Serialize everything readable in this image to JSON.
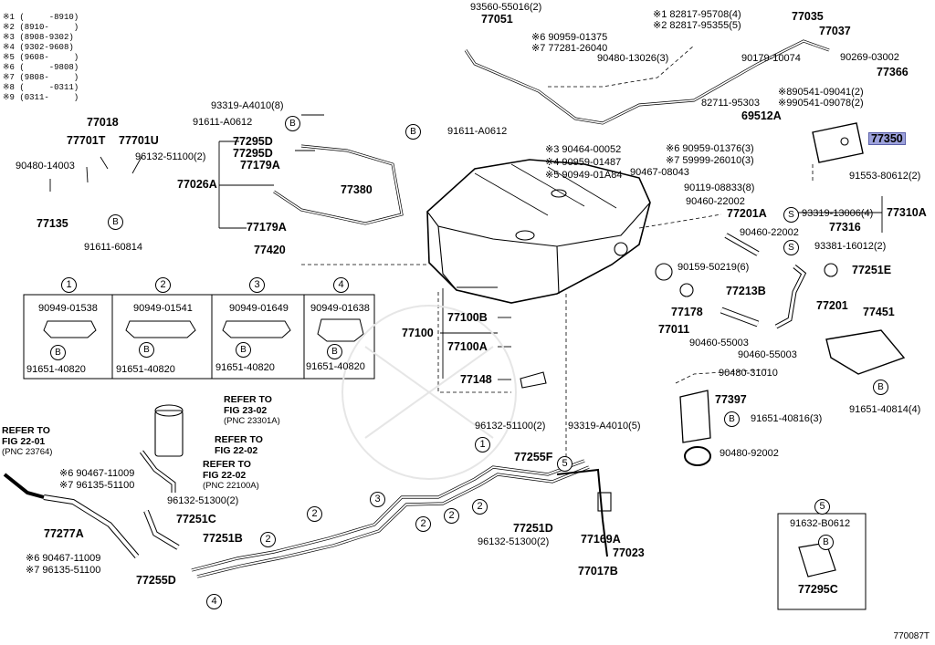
{
  "legend": [
    "※1 (     -8910)",
    "※2 (8910-     )",
    "※3 (8908-9302)",
    "※4 (9302-9608)",
    "※5 (9608-     )",
    "※6 (     -9808)",
    "※7 (9808-     )",
    "※8 (     -0311)",
    "※9 (0311-     )"
  ],
  "highlighted_part": "77350",
  "parts": {
    "p93560": "93560-55016(2)",
    "p77051": "77051",
    "p6_90959_01375": "※6 90959-01375",
    "p7_77281_26040": "※7 77281-26040",
    "p90480_13026": "90480-13026(3)",
    "p1_82817_95708": "※1 82817-95708(4)",
    "p2_82817_95355": "※2 82817-95355(5)",
    "p77035": "77035",
    "p77037": "77037",
    "p90179_10074": "90179-10074",
    "p90269_03002": "90269-03002",
    "p77366": "77366",
    "p82711_95303": "82711-95303",
    "p8_90541_09041": "※890541-09041(2)",
    "p9_90541_09078": "※990541-09078(2)",
    "p69512A": "69512A",
    "p77350": "77350",
    "p93319_A4010_8": "93319-A4010(8)",
    "p91611_A0612a": "91611-A0612",
    "p91611_A0612b": "91611-A0612",
    "p77018": "77018",
    "p77701T": "77701T",
    "p77701U": "77701U",
    "p90480_14003": "90480-14003",
    "p96132_51100_2a": "96132-51100(2)",
    "p77295D_a": "77295D",
    "p77295D_b": "77295D",
    "p77179A_a": "77179A",
    "p77026A": "77026A",
    "p77380": "77380",
    "p77179A_b": "77179A",
    "p77420": "77420",
    "p77135": "77135",
    "p91611_60814": "91611-60814",
    "p3_90464_00052": "※3 90464-00052",
    "p4_90959_01487": "※4 90959-01487",
    "p5_90949_01A84": "※5 90949-01A84",
    "p6_90959_01376": "※6 90959-01376(3)",
    "p7_59999_26010": "※7 59999-26010(3)",
    "p90467_08043": "90467-08043",
    "p90119_08833": "90119-08833(8)",
    "p90460_22002a": "90460-22002",
    "p90460_22002b": "90460-22002",
    "p77201A": "77201A",
    "p91553_80612": "91553-80612(2)",
    "p93319_13006": "93319-13006(4)",
    "p77310A": "77310A",
    "p77316": "77316",
    "p93381_16012": "93381-16012(2)",
    "p90159_50219": "90159-50219(6)",
    "p77251E": "77251E",
    "p77213B": "77213B",
    "p77201": "77201",
    "p77178": "77178",
    "p77011": "77011",
    "p90460_55003a": "90460-55003",
    "p90460_55003b": "90460-55003",
    "p77451": "77451",
    "p77100": "77100",
    "p77100B": "77100B",
    "p77100A": "77100A",
    "p77148": "77148",
    "p90480_31010": "90480-31010",
    "p77397": "77397",
    "p91651_40816": "91651-40816(3)",
    "p91651_40814": "91651-40814(4)",
    "p90480_92002": "90480-92002",
    "p96132_51100_2b": "96132-51100(2)",
    "p93319_A4010_5": "93319-A4010(5)",
    "p77255F": "77255F",
    "p77251D": "77251D",
    "p96132_51300_2b": "96132-51300(2)",
    "p77169A": "77169A",
    "p77023": "77023",
    "p77017B": "77017B",
    "p6_90467_11009a": "※6 90467-11009",
    "p7_96135_51100a": "※7 96135-51100",
    "p96132_51300_2a": "96132-51300(2)",
    "p77251C": "77251C",
    "p77277A": "77277A",
    "p77251B": "77251B",
    "p6_90467_11009b": "※6 90467-11009",
    "p7_96135_51100b": "※7 96135-51100",
    "p77255D": "77255D",
    "p91632_B0612": "91632-B0612",
    "p77295C": "77295C"
  },
  "refer": {
    "r1_a": "REFER TO",
    "r1_b": "FIG 23-02",
    "r1_c": "(PNC 23301A)",
    "r2_a": "REFER TO",
    "r2_b": "FIG 22-02",
    "r3_a": "REFER TO",
    "r3_b": "FIG 22-02",
    "r3_c": "(PNC 22100A)",
    "r4_a": "REFER TO",
    "r4_b": "FIG 22-01",
    "r4_c": "(PNC 23764)"
  },
  "clamp_boxes": [
    {
      "num": "1",
      "top": "90949-01538",
      "bottom": "91651-40820"
    },
    {
      "num": "2",
      "top": "90949-01541",
      "bottom": "91651-40820"
    },
    {
      "num": "3",
      "top": "90949-01649",
      "bottom": "91651-40820"
    },
    {
      "num": "4",
      "top": "90949-01638",
      "bottom": "91651-40820"
    }
  ],
  "box5_num": "5",
  "marker_b": "B",
  "marker_s": "S",
  "callouts": {
    "c1": "1",
    "c2": "2",
    "c3": "3",
    "c4": "4",
    "c5": "5"
  },
  "page_code": "770087T"
}
